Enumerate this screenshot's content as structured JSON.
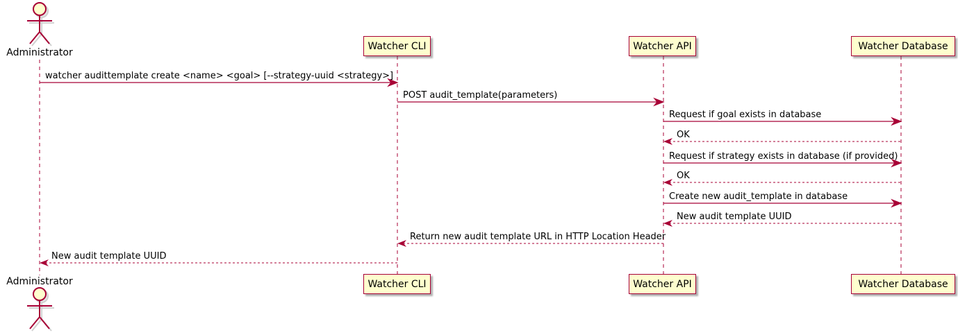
{
  "diagram": {
    "type": "uml-sequence-diagram",
    "colors": {
      "accent": "#A80036",
      "participant_fill": "#FEFECE",
      "text": "#000000",
      "background": "#FFFFFF"
    },
    "actor": {
      "name": "Administrator"
    },
    "participants": [
      {
        "name": "Watcher CLI"
      },
      {
        "name": "Watcher API"
      },
      {
        "name": "Watcher Database"
      }
    ],
    "messages": [
      {
        "from": "Administrator",
        "to": "Watcher CLI",
        "style": "solid",
        "text": "watcher audittemplate create <name> <goal> [--strategy-uuid <strategy>]"
      },
      {
        "from": "Watcher CLI",
        "to": "Watcher API",
        "style": "solid",
        "text": "POST audit_template(parameters)"
      },
      {
        "from": "Watcher API",
        "to": "Watcher Database",
        "style": "solid",
        "text": "Request if goal exists in database"
      },
      {
        "from": "Watcher Database",
        "to": "Watcher API",
        "style": "dashed",
        "text": "OK"
      },
      {
        "from": "Watcher API",
        "to": "Watcher Database",
        "style": "solid",
        "text": "Request if strategy exists in database (if provided)"
      },
      {
        "from": "Watcher Database",
        "to": "Watcher API",
        "style": "dashed",
        "text": "OK"
      },
      {
        "from": "Watcher API",
        "to": "Watcher Database",
        "style": "solid",
        "text": "Create new audit_template in database"
      },
      {
        "from": "Watcher Database",
        "to": "Watcher API",
        "style": "dashed",
        "text": "New audit template UUID"
      },
      {
        "from": "Watcher API",
        "to": "Watcher CLI",
        "style": "dashed",
        "text": "Return new audit template URL in HTTP Location Header"
      },
      {
        "from": "Watcher CLI",
        "to": "Administrator",
        "style": "dashed",
        "text": "New audit template UUID"
      }
    ]
  }
}
